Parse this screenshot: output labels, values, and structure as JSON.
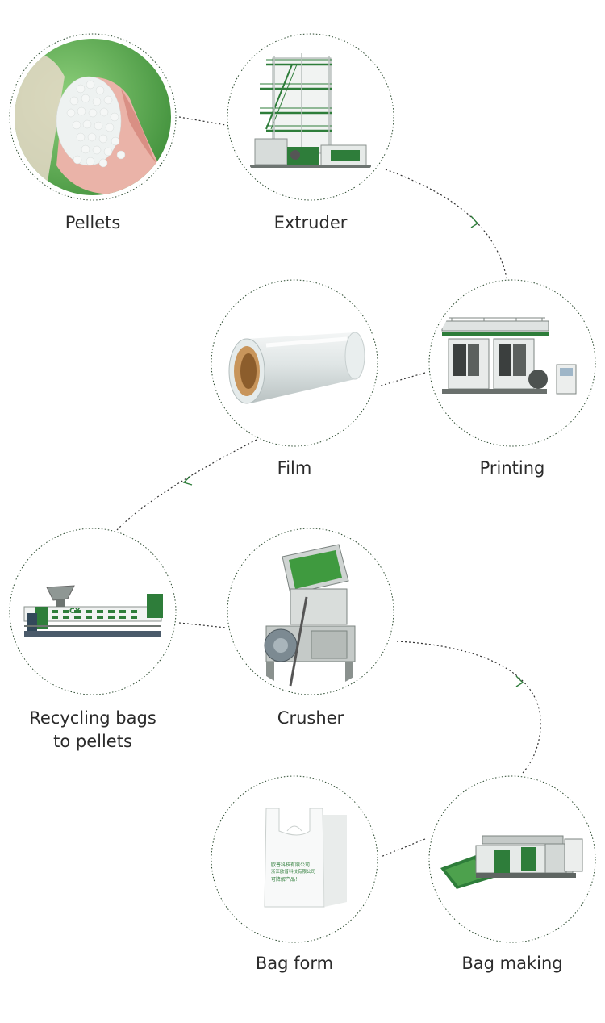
{
  "steps": [
    {
      "id": "pellets",
      "label": "Pellets",
      "illustration": "pellets-in-hand"
    },
    {
      "id": "extruder",
      "label": "Extruder",
      "illustration": "blown-film-extruder"
    },
    {
      "id": "printing",
      "label": "Printing",
      "illustration": "printing-machine"
    },
    {
      "id": "film",
      "label": "Film",
      "illustration": "film-roll"
    },
    {
      "id": "recycling",
      "label": "Recycling bags\nto pellets",
      "illustration": "recycling-extruder"
    },
    {
      "id": "crusher",
      "label": "Crusher",
      "illustration": "crusher-machine"
    },
    {
      "id": "bag-making",
      "label": "Bag making",
      "illustration": "bag-making-machine"
    },
    {
      "id": "bag-form",
      "label": "Bag form",
      "illustration": "t-shirt-bag"
    }
  ],
  "bag_print": {
    "line1": "欧普科技有限公司",
    "line2": "浙江欧普科技有限公司",
    "line3": "可降解产品！"
  },
  "machine_brand": "CX",
  "colors": {
    "accent": "#2e7d3a",
    "connector": "#333333",
    "label": "#2b2b2b"
  }
}
